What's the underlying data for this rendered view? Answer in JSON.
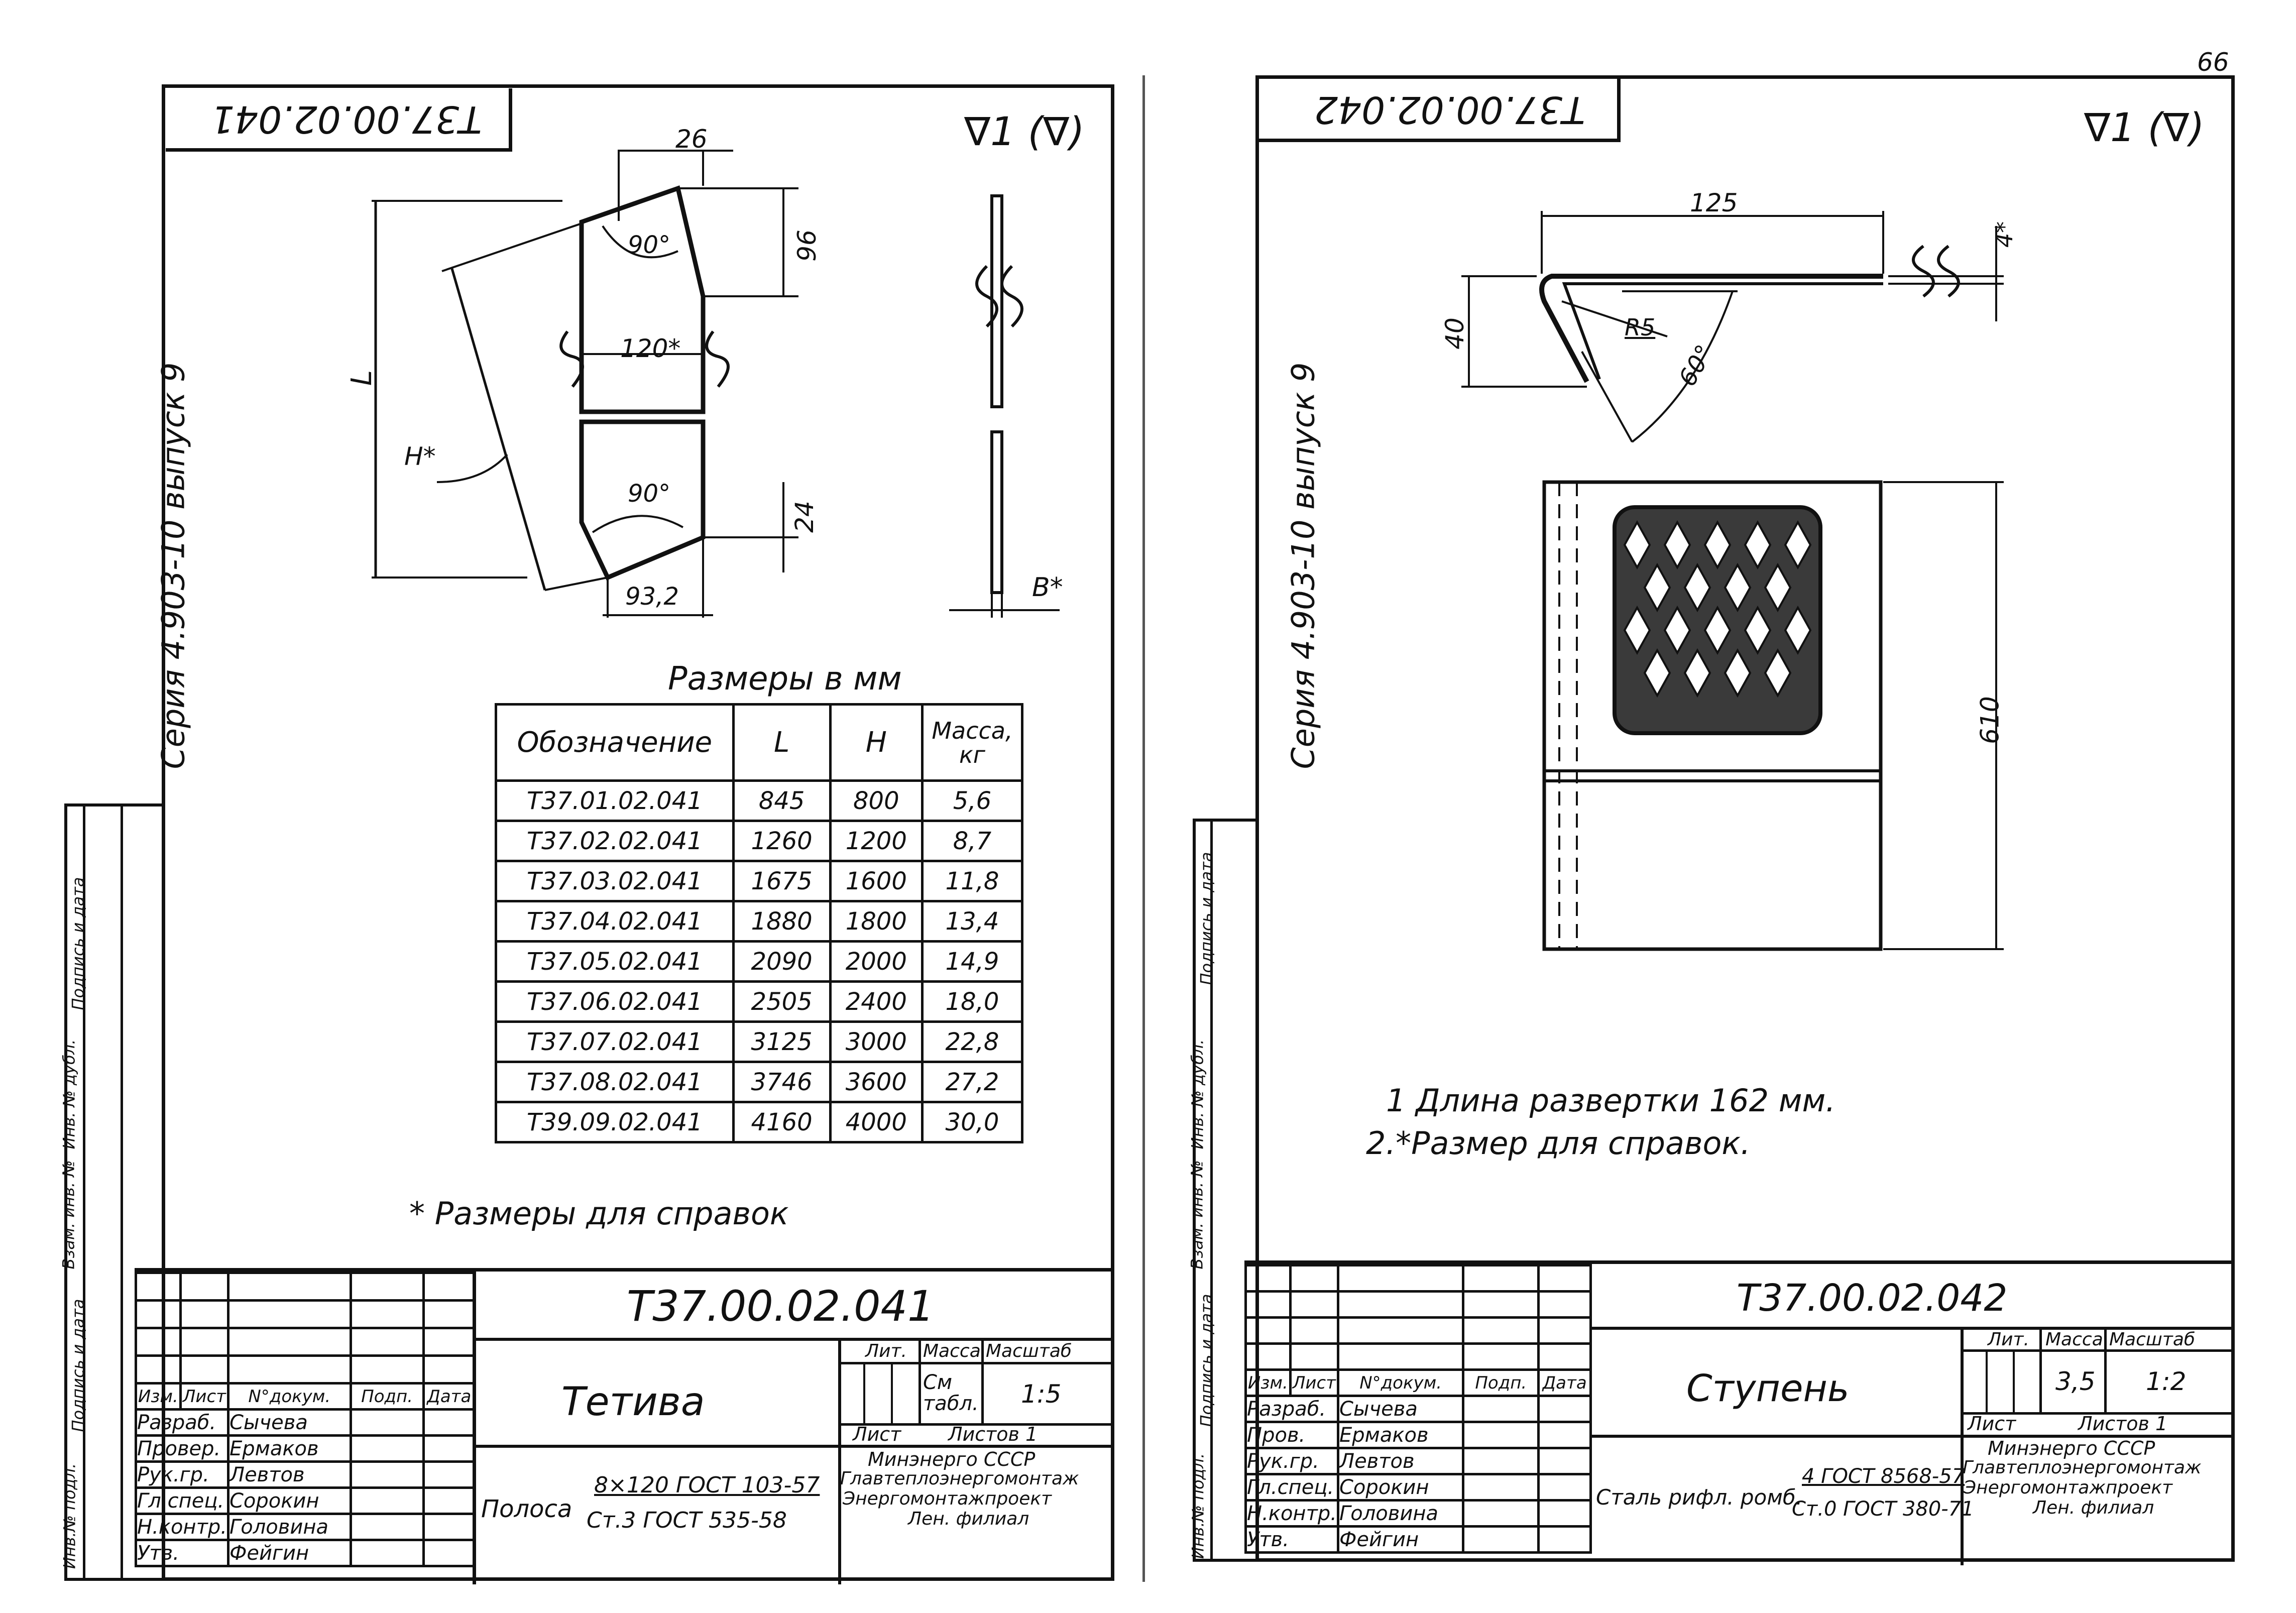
{
  "page_number": "66",
  "left": {
    "code_box": "Т37.00.02.041",
    "roughness": "∇1 (∇)",
    "series": "Серия 4.903-10 выпуск 9",
    "side_labels": [
      "Инв.№ подл.",
      "Подпись и дата",
      "Взам. инв. №",
      "Инв. № дубл.",
      "Подпись и дата"
    ],
    "dims": {
      "d26": "26",
      "d96": "96",
      "d90a": "90°",
      "d120": "120*",
      "dL": "L",
      "dH": "H*",
      "d90b": "90°",
      "d24": "24",
      "d93": "93,2",
      "dB": "В*"
    },
    "table_title": "Размеры в мм",
    "table_headers": [
      "Обозначение",
      "L",
      "H",
      "Масса, кг"
    ],
    "table_rows": [
      [
        "Т37.01.02.041",
        "845",
        "800",
        "5,6"
      ],
      [
        "Т37.02.02.041",
        "1260",
        "1200",
        "8,7"
      ],
      [
        "Т37.03.02.041",
        "1675",
        "1600",
        "11,8"
      ],
      [
        "Т37.04.02.041",
        "1880",
        "1800",
        "13,4"
      ],
      [
        "Т37.05.02.041",
        "2090",
        "2000",
        "14,9"
      ],
      [
        "Т37.06.02.041",
        "2505",
        "2400",
        "18,0"
      ],
      [
        "Т37.07.02.041",
        "3125",
        "3000",
        "22,8"
      ],
      [
        "Т37.08.02.041",
        "3746",
        "3600",
        "27,2"
      ],
      [
        "Т39.09.02.041",
        "4160",
        "4000",
        "30,0"
      ]
    ],
    "note": "* Размеры для справок",
    "title_block": {
      "doc_code": "Т37.00.02.041",
      "name": "Тетива",
      "headers": [
        "Изм.",
        "Лист",
        "N°докум.",
        "Подп.",
        "Дата"
      ],
      "people": [
        [
          "Разраб.",
          "Сычева"
        ],
        [
          "Провер.",
          "Ермаков"
        ],
        [
          "Рук.гр.",
          "Левтов"
        ],
        [
          "Гл.спец.",
          "Сорокин"
        ],
        [
          "Н.контр.",
          "Головина"
        ],
        [
          "Утв.",
          "Фейгин"
        ]
      ],
      "lit_label": "Лит.",
      "mass_label": "Масса",
      "scale_label": "Масштаб",
      "mass_value": "См табл.",
      "scale_value": "1:5",
      "sheet_label": "Лист",
      "sheets_label": "Листов 1",
      "material_label": "Полоса",
      "material_top": "8×120 ГОСТ 103-57",
      "material_bottom": "Ст.3 ГОСТ 535-58",
      "org": [
        "Минэнерго СССР",
        "Главтеплоэнергомонтаж",
        "Энергомонтажпроект",
        "Лен. филиал"
      ]
    }
  },
  "right": {
    "code_box": "Т37.00.02.042",
    "roughness": "∇1 (∇)",
    "series": "Серия 4.903-10 выпуск 9",
    "side_labels": [
      "Инв.№ подл.",
      "Подпись и дата",
      "Взам. инв. №",
      "Инв. № дубл.",
      "Подпись и дата"
    ],
    "dims": {
      "d125": "125",
      "d40": "40",
      "dR5": "R5",
      "d60": "60°",
      "d4": "4*",
      "d610": "610"
    },
    "notes": [
      "1 Длина развертки 162 мм.",
      "2.*Размер для справок."
    ],
    "title_block": {
      "doc_code": "Т37.00.02.042",
      "name": "Ступень",
      "headers": [
        "Изм.",
        "Лист",
        "N°докум.",
        "Подп.",
        "Дата"
      ],
      "people": [
        [
          "Разраб.",
          "Сычева"
        ],
        [
          "Пров.",
          "Ермаков"
        ],
        [
          "Рук.гр.",
          "Левтов"
        ],
        [
          "Гл.спец.",
          "Сорокин"
        ],
        [
          "Н.контр.",
          "Головина"
        ],
        [
          "Утв.",
          "Фейгин"
        ]
      ],
      "lit_label": "Лит.",
      "mass_label": "Масса",
      "scale_label": "Масштаб",
      "mass_value": "3,5",
      "scale_value": "1:2",
      "sheet_label": "Лист",
      "sheets_label": "Листов 1",
      "material_label": "Сталь рифл. ромб.",
      "material_top": "4 ГОСТ 8568-57",
      "material_bottom": "Ст.0 ГОСТ 380-71",
      "org": [
        "Минэнерго СССР",
        "Главтеплоэнергомонтаж",
        "Энергомонтажпроект",
        "Лен. филиал"
      ]
    }
  }
}
